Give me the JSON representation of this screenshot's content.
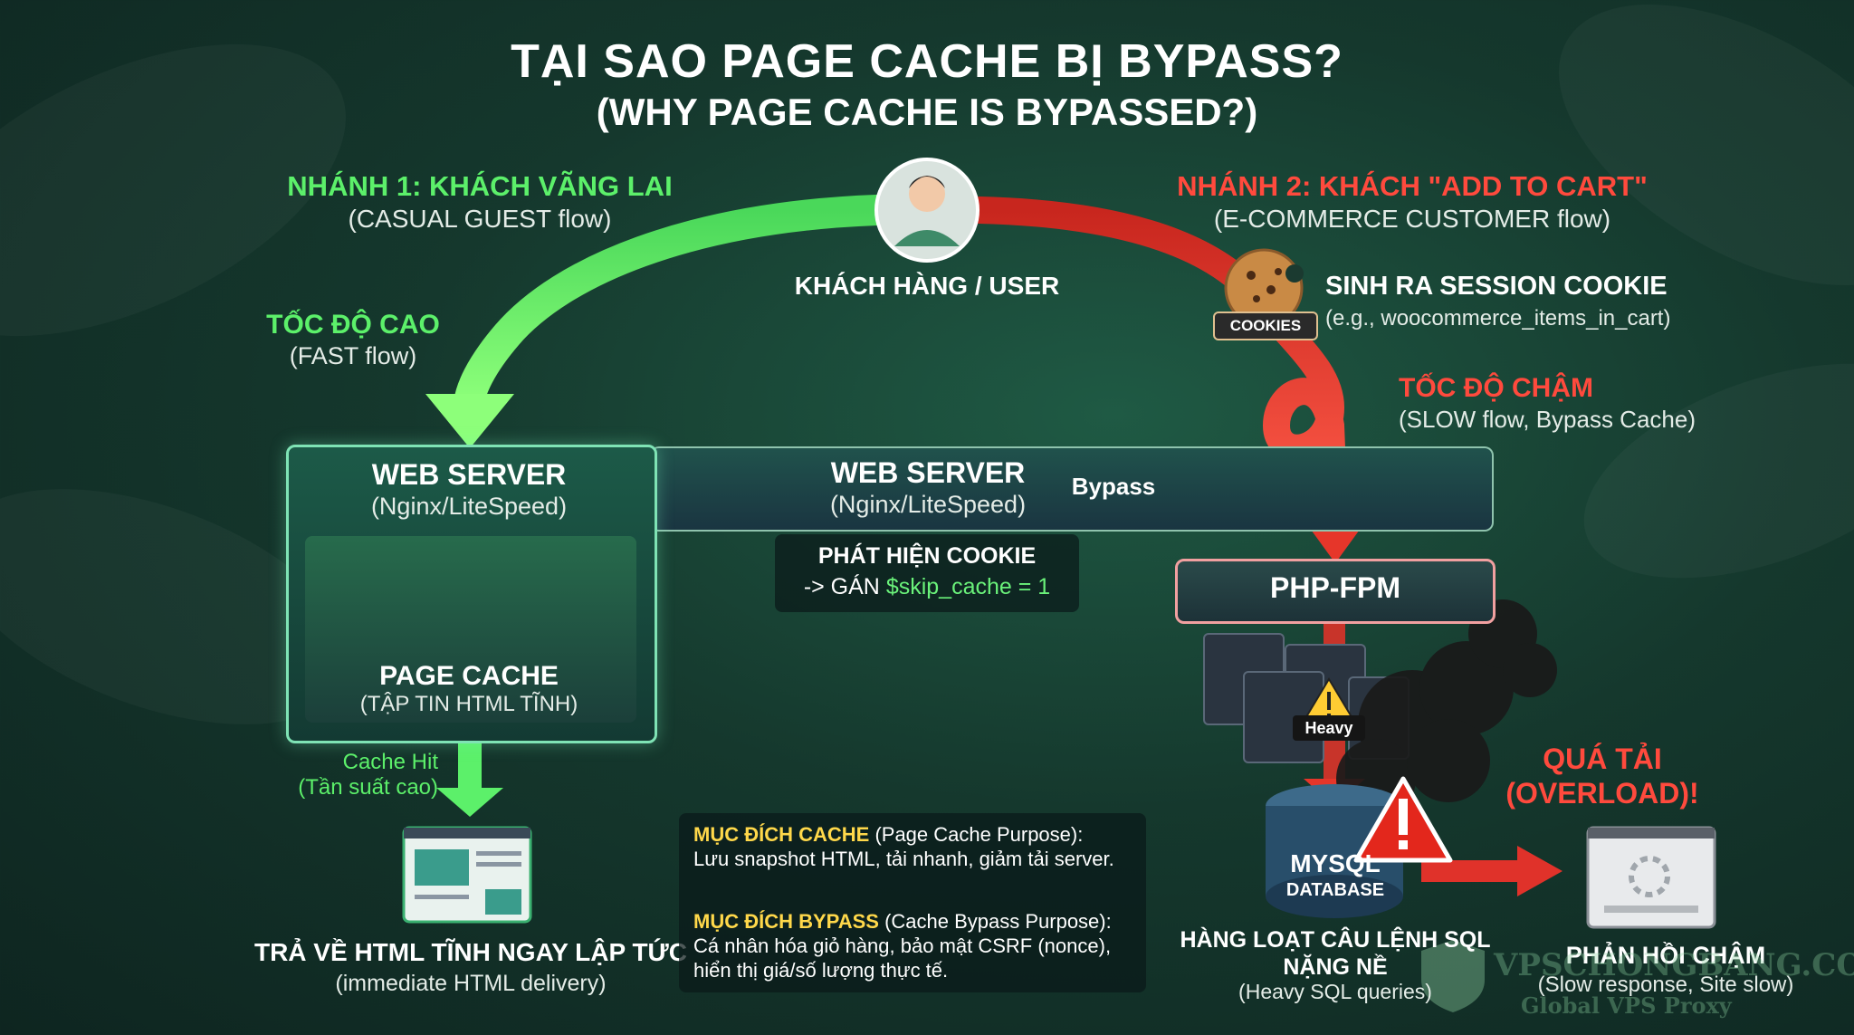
{
  "title": {
    "main": "TẠI SAO PAGE CACHE BỊ BYPASS?",
    "sub": "(WHY PAGE CACHE IS BYPASSED?)"
  },
  "branch1": {
    "title": "NHÁNH 1: KHÁCH VÃNG LAI",
    "subtitle": "(CASUAL GUEST flow)",
    "speed": "TỐC ĐỘ CAO",
    "speed_sub": "(FAST flow)"
  },
  "branch2": {
    "title": "NHÁNH 2: KHÁCH \"ADD TO CART\"",
    "subtitle": "(E-COMMERCE CUSTOMER flow)",
    "speed": "TỐC ĐỘ CHẬM",
    "speed_sub": "(SLOW flow, Bypass Cache)"
  },
  "user": {
    "label": "KHÁCH HÀNG / USER"
  },
  "cookie": {
    "badge": "COOKIES",
    "title": "SINH RA SESSION COOKIE",
    "example": "(e.g., woocommerce_items_in_cart)"
  },
  "web_server_left": {
    "title": "WEB SERVER",
    "subtitle": "(Nginx/LiteSpeed)"
  },
  "page_cache": {
    "title": "PAGE CACHE",
    "subtitle": "(TẬP TIN HTML TĨNH)"
  },
  "web_server_mid": {
    "title": "WEB SERVER",
    "subtitle": "(Nginx/LiteSpeed)",
    "bypass": "Bypass"
  },
  "detect": {
    "line1": "PHÁT HIỆN COOKIE",
    "line2_prefix": "-> GÁN ",
    "line2_code": "$skip_cache = 1"
  },
  "php": {
    "label": "PHP-FPM",
    "heavy": "Heavy"
  },
  "cache_hit": {
    "line1": "Cache Hit",
    "line2": "(Tần suất cao)"
  },
  "deliver": {
    "title": "TRẢ VỀ HTML TĨNH NGAY LẬP TỨC",
    "subtitle": "(immediate HTML delivery)"
  },
  "purpose": {
    "cache_key": "MỤC ĐÍCH CACHE",
    "cache_en": " (Page Cache Purpose):",
    "cache_desc": "Lưu snapshot HTML, tải nhanh, giảm tải server.",
    "bypass_key": "MỤC ĐÍCH BYPASS",
    "bypass_en": " (Cache Bypass Purpose):",
    "bypass_desc": "Cá nhân hóa giỏ hàng, bảo mật CSRF (nonce), hiển thị giá/số lượng thực tế."
  },
  "mysql": {
    "title": "MYSQL",
    "subtitle": "DATABASE",
    "queries1": "HÀNG LOẠT CÂU LỆNH SQL",
    "queries2": "NẶNG NỀ",
    "queries_en": "(Heavy SQL queries)"
  },
  "overload": {
    "line1": "QUÁ TẢI",
    "line2": "(OVERLOAD)!"
  },
  "slow": {
    "title": "PHẢN HỒI CHẬM",
    "subtitle": "(Slow response, Site slow)"
  },
  "watermark": {
    "brand": "VPSCHONGBANG.COM",
    "tagline": "Global VPS Proxy"
  },
  "colors": {
    "green": "#5cf06a",
    "red": "#ff4a3d",
    "yellow": "#ffd84a"
  }
}
